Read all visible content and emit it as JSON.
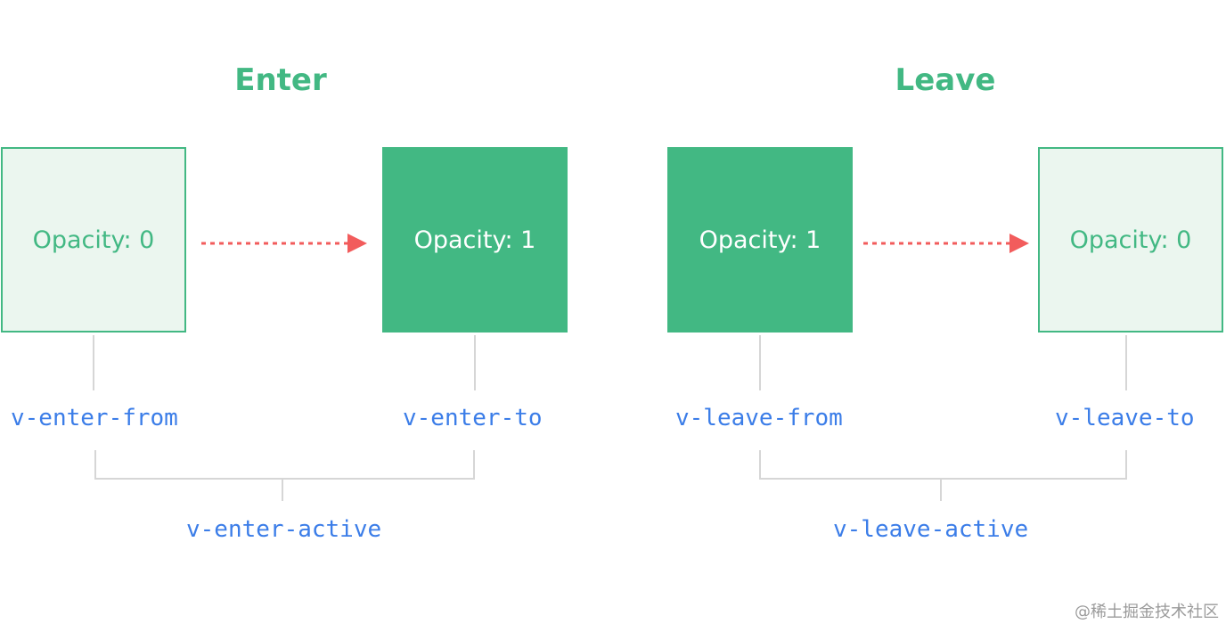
{
  "enter": {
    "title": "Enter",
    "from_box": "Opacity: 0",
    "to_box": "Opacity: 1",
    "from_class": "v-enter-from",
    "to_class": "v-enter-to",
    "active_class": "v-enter-active"
  },
  "leave": {
    "title": "Leave",
    "from_box": "Opacity: 1",
    "to_box": "Opacity: 0",
    "from_class": "v-leave-from",
    "to_class": "v-leave-to",
    "active_class": "v-leave-active"
  },
  "watermark": "@稀土掘金技术社区",
  "colors": {
    "green": "#42b883",
    "faded_green_bg": "#ebf6ef",
    "arrow_red": "#f25c5c",
    "code_blue": "#3b7de8",
    "connector_gray": "#d6d6d6"
  }
}
